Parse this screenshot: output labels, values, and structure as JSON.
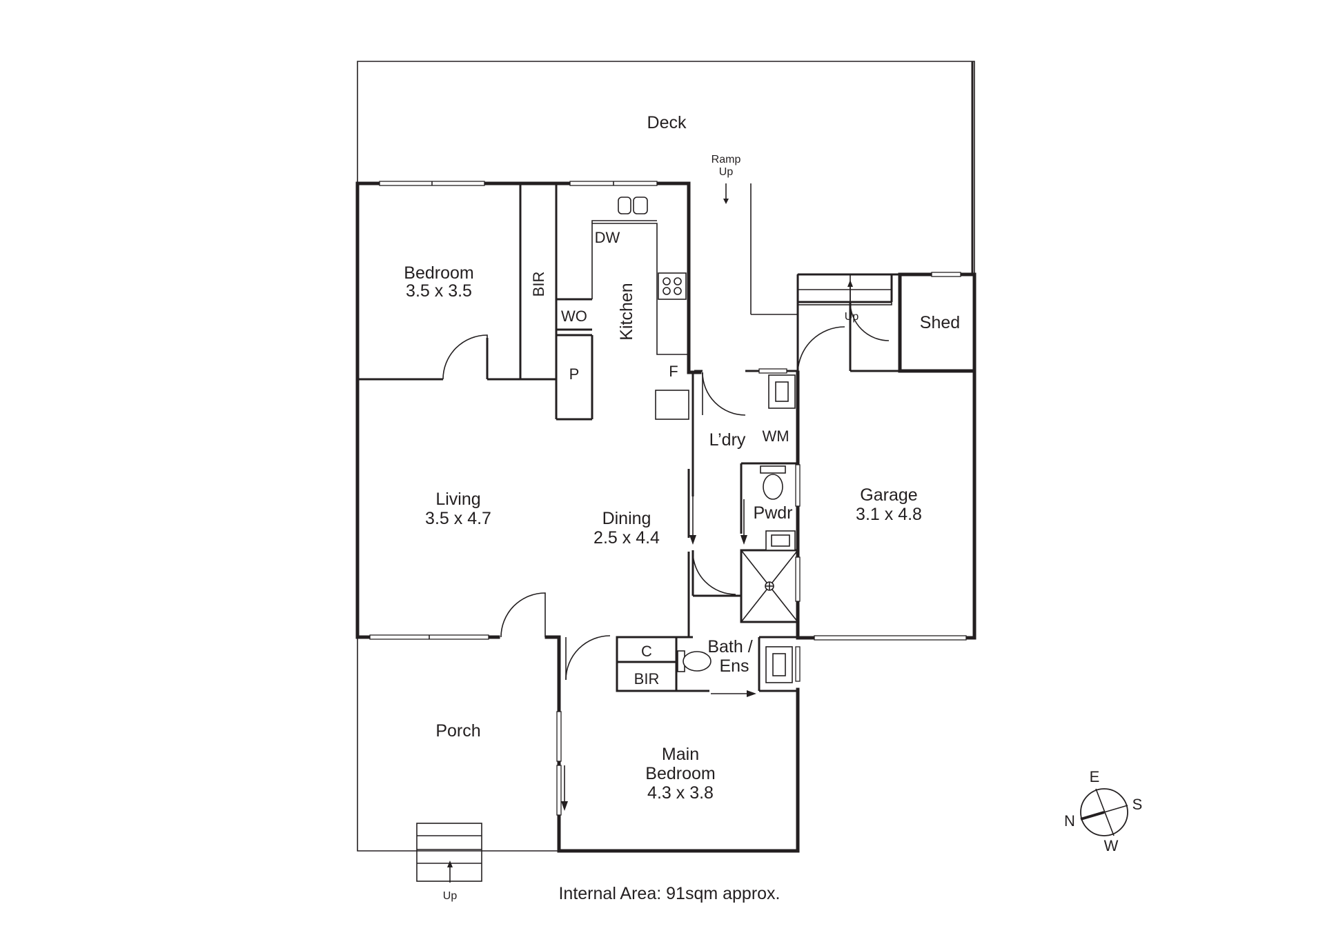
{
  "rooms": {
    "deck": "Deck",
    "ramp": [
      "Ramp",
      "Up"
    ],
    "bedroom": [
      "Bedroom",
      "3.5 x 3.5"
    ],
    "bir_top": "BIR",
    "wo": "WO",
    "p": "P",
    "kitchen": "Kitchen",
    "dw": "DW",
    "f": "F",
    "laundry": "L’dry",
    "wm": "WM",
    "shed": "Shed",
    "shed_up": "Up",
    "living": [
      "Living",
      "3.5 x 4.7"
    ],
    "dining": [
      "Dining",
      "2.5 x 4.4"
    ],
    "pwdr": "Pwdr",
    "garage": [
      "Garage",
      "3.1 x 4.8"
    ],
    "bath": [
      "Bath /",
      "Ens"
    ],
    "c": "C",
    "bir_bottom": "BIR",
    "porch": "Porch",
    "porch_up": "Up",
    "main_bedroom": [
      "Main",
      "Bedroom",
      "4.3 x 3.8"
    ]
  },
  "footer": {
    "area": "Internal Area:  91sqm approx."
  },
  "compass": {
    "e": "E",
    "s": "S",
    "n": "N",
    "w": "W"
  }
}
